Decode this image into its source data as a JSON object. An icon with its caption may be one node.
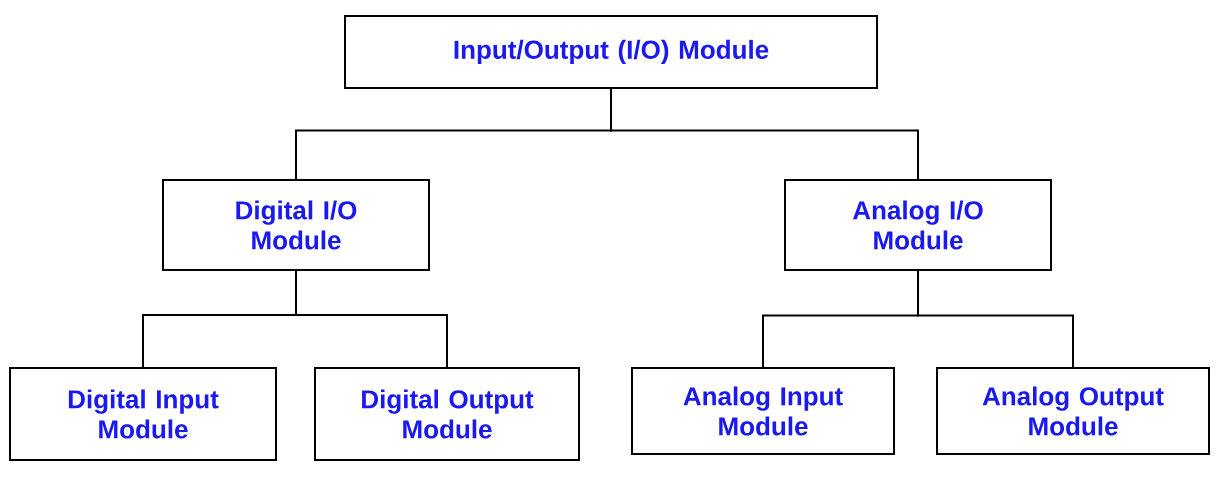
{
  "diagram": {
    "nodes": [
      {
        "text": [
          "Input/Output (I/O) Module"
        ]
      },
      {
        "text": [
          "Digital I/O Module"
        ]
      },
      {
        "text": [
          "Analog I/O Module"
        ]
      },
      {
        "text": [
          "Digital Input Module"
        ]
      },
      {
        "text": [
          "Digital Output Module"
        ]
      },
      {
        "text": [
          "Analog Input Module"
        ]
      },
      {
        "text": [
          "Analog Output Module"
        ]
      }
    ],
    "edges": [
      {
        "from": 0,
        "to": 1,
        "arrow": "none"
      },
      {
        "from": 0,
        "to": 2,
        "arrow": "none"
      },
      {
        "from": 1,
        "to": 3,
        "arrow": "none"
      },
      {
        "from": 1,
        "to": 4,
        "arrow": "none"
      },
      {
        "from": 2,
        "to": 5,
        "arrow": "none"
      },
      {
        "from": 2,
        "to": 6,
        "arrow": "none"
      }
    ]
  }
}
